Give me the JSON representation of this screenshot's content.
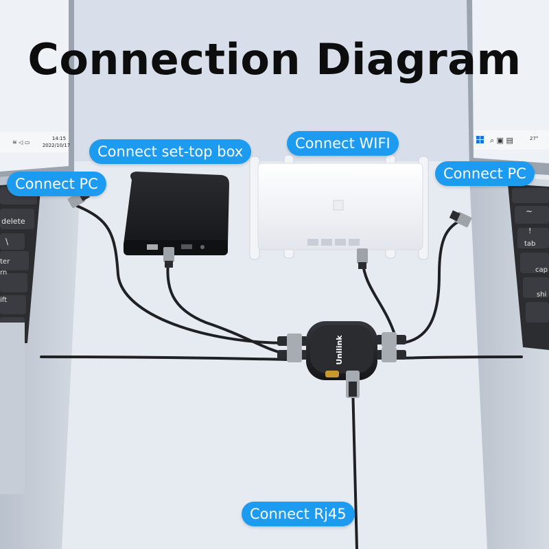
{
  "title": "Connection Diagram",
  "labels": {
    "set_top_box": "Connect set-top box",
    "wifi": "Connect WIFI",
    "pc_left": "Connect PC",
    "pc_right": "Connect PC",
    "rj45": "Connect Rj45"
  },
  "left_laptop": {
    "time": "14:15",
    "date": "2022/10/17",
    "keys": [
      "delete",
      "\\",
      "ter",
      "rn",
      "ift"
    ]
  },
  "right_laptop": {
    "weather": "27°",
    "keys": [
      "~",
      "!",
      "tab",
      "cap",
      "shi"
    ]
  },
  "hub_brand": "Unilink",
  "colors": {
    "label_bg": "#1d9bf0",
    "label_text": "#ffffff",
    "title": "#0d0d0d"
  }
}
